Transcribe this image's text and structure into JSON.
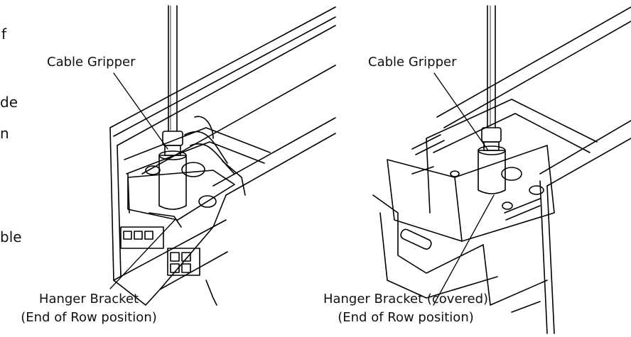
{
  "left_fragments": [
    "f",
    "de",
    "n",
    "ble"
  ],
  "panels": [
    {
      "cable_label": "Cable Gripper",
      "bracket_label_line1": "Hanger Bracket",
      "bracket_label_line2": "(End of Row position)"
    },
    {
      "cable_label": "Cable Gripper",
      "bracket_label_line1": "Hanger Bracket (covered)",
      "bracket_label_line2": "(End of Row position)"
    }
  ]
}
